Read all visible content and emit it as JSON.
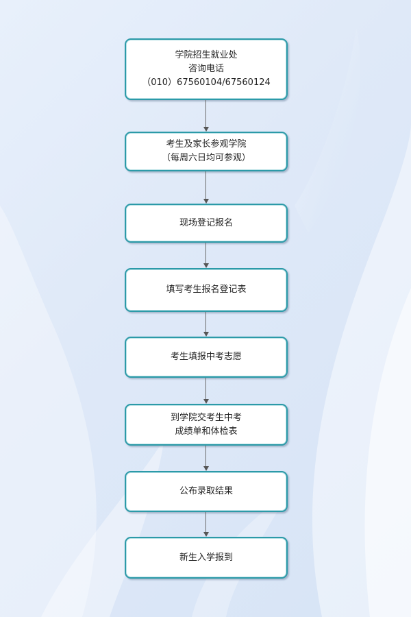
{
  "diagram": {
    "steps": [
      {
        "lines": [
          "学院招生就业处",
          "咨询电话",
          "（010）67560104/67560124"
        ]
      },
      {
        "lines": [
          "考生及家长参观学院",
          "（每周六日均可参观）"
        ]
      },
      {
        "lines": [
          "现场登记报名"
        ]
      },
      {
        "lines": [
          "填写考生报名登记表"
        ]
      },
      {
        "lines": [
          "考生填报中考志愿"
        ]
      },
      {
        "lines": [
          "到学院交考生中考",
          "成绩单和体检表"
        ]
      },
      {
        "lines": [
          "公布录取结果"
        ]
      },
      {
        "lines": [
          "新生入学报到"
        ]
      }
    ]
  },
  "colors": {
    "box_border": "#2c9aa8",
    "arrow": "#555555",
    "background": "#dfe9f8"
  }
}
